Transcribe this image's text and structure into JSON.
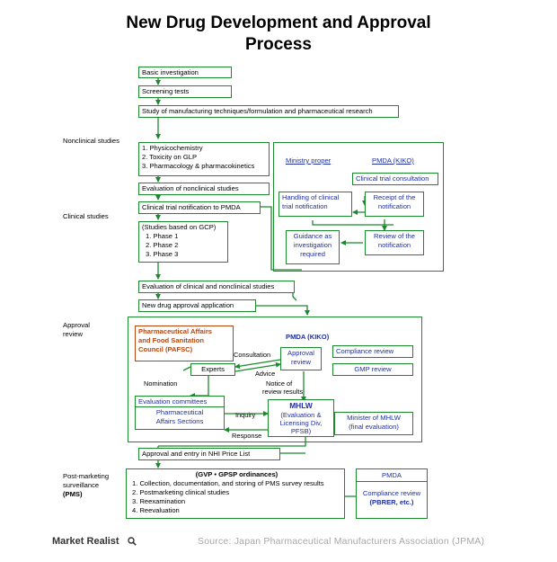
{
  "title_line1": "New Drug  Development  and Approval",
  "title_line2": "Process",
  "stages": {
    "nonclinical": "Nonclinical studies",
    "clinical": "Clinical studies",
    "approval_1": "Approval",
    "approval_2": "review",
    "post_1": "Post-marketing",
    "post_2": "surveillance",
    "post_3": "(PMS)"
  },
  "steps": {
    "basic": "Basic investigation",
    "screening": "Screening tests",
    "manufacturing": "Study of manufacturing techniques/formulation and pharmaceutical research",
    "nonclin_1": "1. Physicochemistry",
    "nonclin_2": "2. Toxicity on GLP",
    "nonclin_3": "3. Pharmacology & pharmacokinetics",
    "eval_nonclin": "Evaluation of nonclinical studies",
    "trial_notification": "Clinical trial notification to PMDA",
    "gcp_0": "(Studies based on GCP)",
    "gcp_1": "1. Phase 1",
    "gcp_2": "2. Phase 2",
    "gcp_3": "3. Phase 3",
    "eval_clin": "Evaluation of clinical and nonclinical studies",
    "nda": "New drug approval application",
    "nhi": "Approval and entry in NHI Price List"
  },
  "trial_panel": {
    "ministry": "Ministry proper",
    "pmda": "PMDA (KIKO)",
    "consultation": "Clinical trial consultation",
    "handling_1": "Handling of clinical",
    "handling_2": "trial notification",
    "receipt_1": "Receipt of the",
    "receipt_2": "notification",
    "guidance_1": "Guidance as",
    "guidance_2": "investigation",
    "guidance_3": "required",
    "review_1": "Review of the",
    "review_2": "notification"
  },
  "review_panel": {
    "pafsc_1": "Pharmaceutical Affairs",
    "pafsc_2": "and Food Sanitation",
    "pafsc_3": "Council (PAFSC)",
    "pmda_kiko": "PMDA (KIKO)",
    "consultation": "Consultation",
    "approval_review_1": "Approval",
    "approval_review_2": "review",
    "compliance_review": "Compliance review",
    "gmp_review": "GMP review",
    "experts": "Experts",
    "advice": "Advice",
    "nomination": "Nomination",
    "notice_1": "Notice of",
    "notice_2": "review results",
    "eval_committees": "Evaluation committees",
    "affairs_1": "Pharmaceutical",
    "affairs_2": "Affairs Sections",
    "mhlw": "MHLW",
    "mhlw_1": "(Evaluation &",
    "mhlw_2": "Licensing Div,",
    "mhlw_3": "PFSB)",
    "inquiry": "Inquiry",
    "response": "Response",
    "minister_1": "Minister of MHLW",
    "minister_2": "(final evaluation)"
  },
  "pms": {
    "ordinances": "(GVP • GPSP ordinances)",
    "item_1": "1. Collection, documentation, and storing of PMS survey results",
    "item_2": "2. Postmarketing clinical studies",
    "item_3": "3. Reexamination",
    "item_4": "4. Reevaluation",
    "pmda": "PMDA",
    "compliance_1": "Compliance review",
    "compliance_2": "(PBRER, etc.)"
  },
  "logo": "Market Realist",
  "source": "Source:  Japan  Pharmaceutical  Manufacturers  Association  (JPMA)",
  "colors": {
    "line": "#1b8a2c",
    "blue_text": "#1f2fa0",
    "brown_text": "#b8440c"
  }
}
